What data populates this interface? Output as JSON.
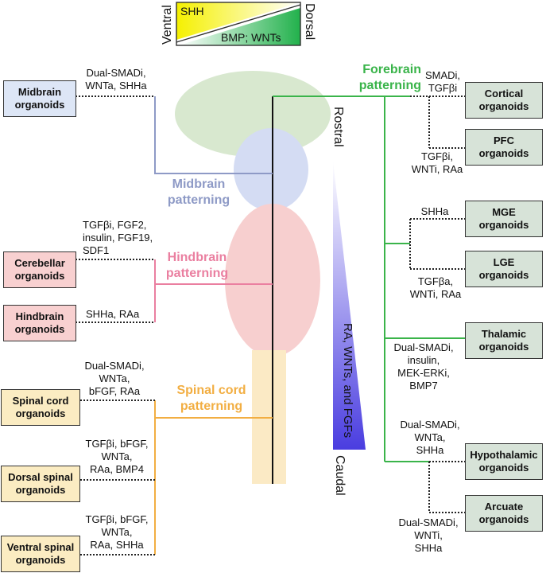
{
  "axes": {
    "top": {
      "ventral": "Ventral",
      "dorsal": "Dorsal",
      "ventral_signal": "SHH",
      "dorsal_signal": "BMP; WNTs",
      "ventral_color": "#f5f000",
      "dorsal_color": "#22b14c"
    },
    "rostral": "Rostral",
    "caudal": "Caudal",
    "gradient_label": "RA, WNTs, and FGFs",
    "gradient_color": "#4a3de0"
  },
  "regions": {
    "midbrain": {
      "label": "Midbrain\npatterning",
      "color": "#8e9ac6"
    },
    "hindbrain": {
      "label": "Hindbrain\npatterning",
      "color": "#ea7fa0"
    },
    "spinal": {
      "label": "Spinal cord\npatterning",
      "color": "#f2ae42"
    },
    "forebrain": {
      "label": "Forebrain\npatterning",
      "color": "#3ab44a"
    }
  },
  "organoids": {
    "midbrain": {
      "name": "Midbrain\norganoids",
      "factors": "Dual-SMADi,\nWNTa, SHHa"
    },
    "cerebellar": {
      "name": "Cerebellar\norganoids",
      "factors": "TGFβi, FGF2,\ninsulin, FGF19,\nSDF1"
    },
    "hindbrain": {
      "name": "Hindbrain\norganoids",
      "factors": "SHHa, RAa"
    },
    "spinal_cord": {
      "name": "Spinal cord\norganoids",
      "factors": "Dual-SMADi,\nWNTa,\nbFGF, RAa"
    },
    "dorsal_spinal": {
      "name": "Dorsal spinal\norganoids",
      "factors": "TGFβi, bFGF,\nWNTa,\nRAa, BMP4"
    },
    "ventral_spinal": {
      "name": "Ventral spinal\norganoids",
      "factors": "TGFβi, bFGF,\nWNTa,\nRAa, SHHa"
    },
    "cortical": {
      "name": "Cortical\norganoids",
      "factors": "SMADi,\nTGFβi"
    },
    "pfc": {
      "name": "PFC\norganoids",
      "factors": "TGFβi,\nWNTi, RAa"
    },
    "mge": {
      "name": "MGE\norganoids",
      "factors": "SHHa"
    },
    "lge": {
      "name": "LGE\norganoids",
      "factors": "TGFβa,\nWNTi, RAa"
    },
    "thalamic": {
      "name": "Thalamic\norganoids",
      "factors": "Dual-SMADi,\ninsulin,\nMEK-ERKi,\nBMP7"
    },
    "hypothalamic": {
      "name": "Hypothalamic\norganoids",
      "factors": "Dual-SMADi,\nWNTa,\nSHHa"
    },
    "arcuate": {
      "name": "Arcuate\norganoids",
      "factors": "Dual-SMADi,\nWNTi,\nSHHa"
    }
  }
}
